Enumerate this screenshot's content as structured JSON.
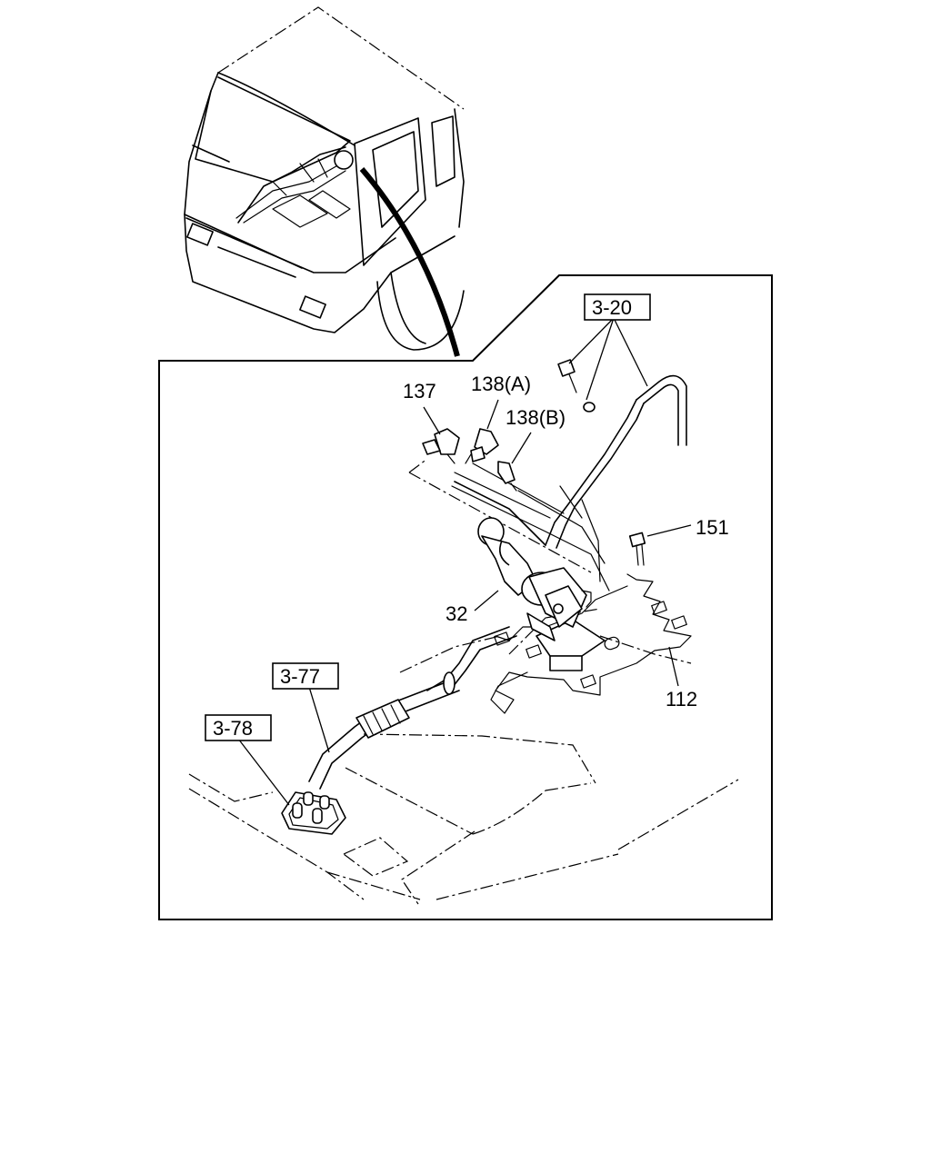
{
  "callouts": {
    "p137": "137",
    "p138a": "138(A)",
    "p138b": "138(B)",
    "p151": "151",
    "p32": "32",
    "p112": "112"
  },
  "references": {
    "r320": "3-20",
    "r377": "3-77",
    "r378": "3-78"
  }
}
